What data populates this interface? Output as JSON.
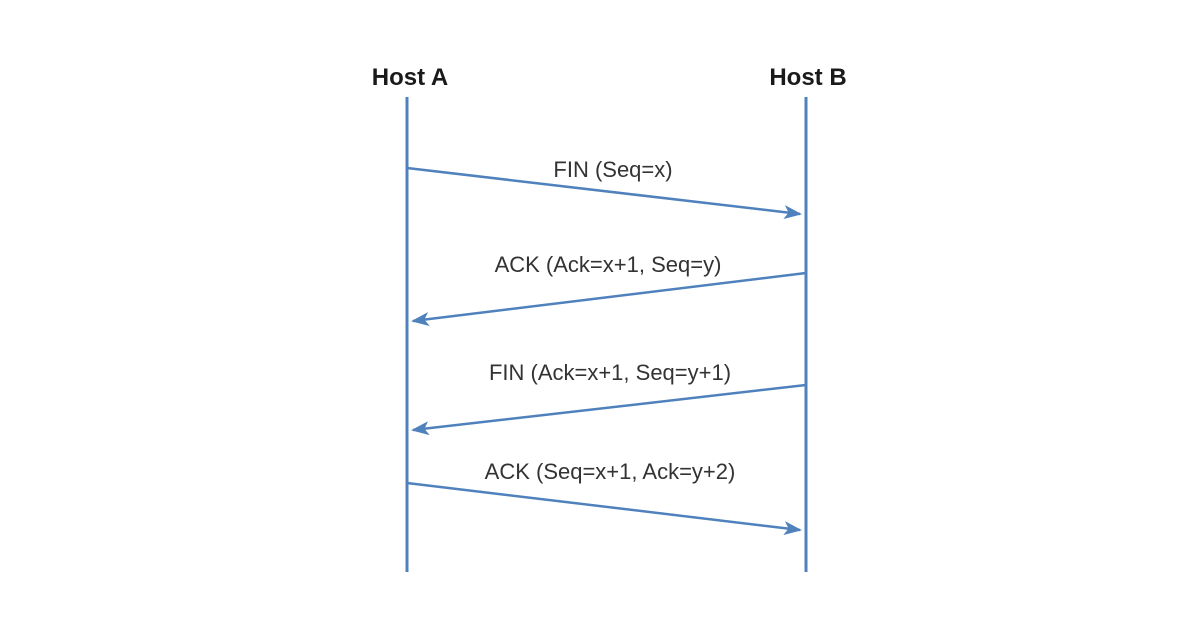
{
  "colors": {
    "line": "#4f81bd",
    "host_label": "#1a1a1a",
    "message_text": "#333333",
    "background": "#ffffff"
  },
  "hosts": [
    {
      "label": "Host A"
    },
    {
      "label": "Host B"
    }
  ],
  "messages": [
    {
      "label": "FIN (Seq=x)",
      "from": "Host A",
      "to": "Host B"
    },
    {
      "label": "ACK (Ack=x+1, Seq=y)",
      "from": "Host B",
      "to": "Host A"
    },
    {
      "label": "FIN (Ack=x+1, Seq=y+1)",
      "from": "Host B",
      "to": "Host A"
    },
    {
      "label": "ACK (Seq=x+1, Ack=y+2)",
      "from": "Host A",
      "to": "Host B"
    }
  ]
}
